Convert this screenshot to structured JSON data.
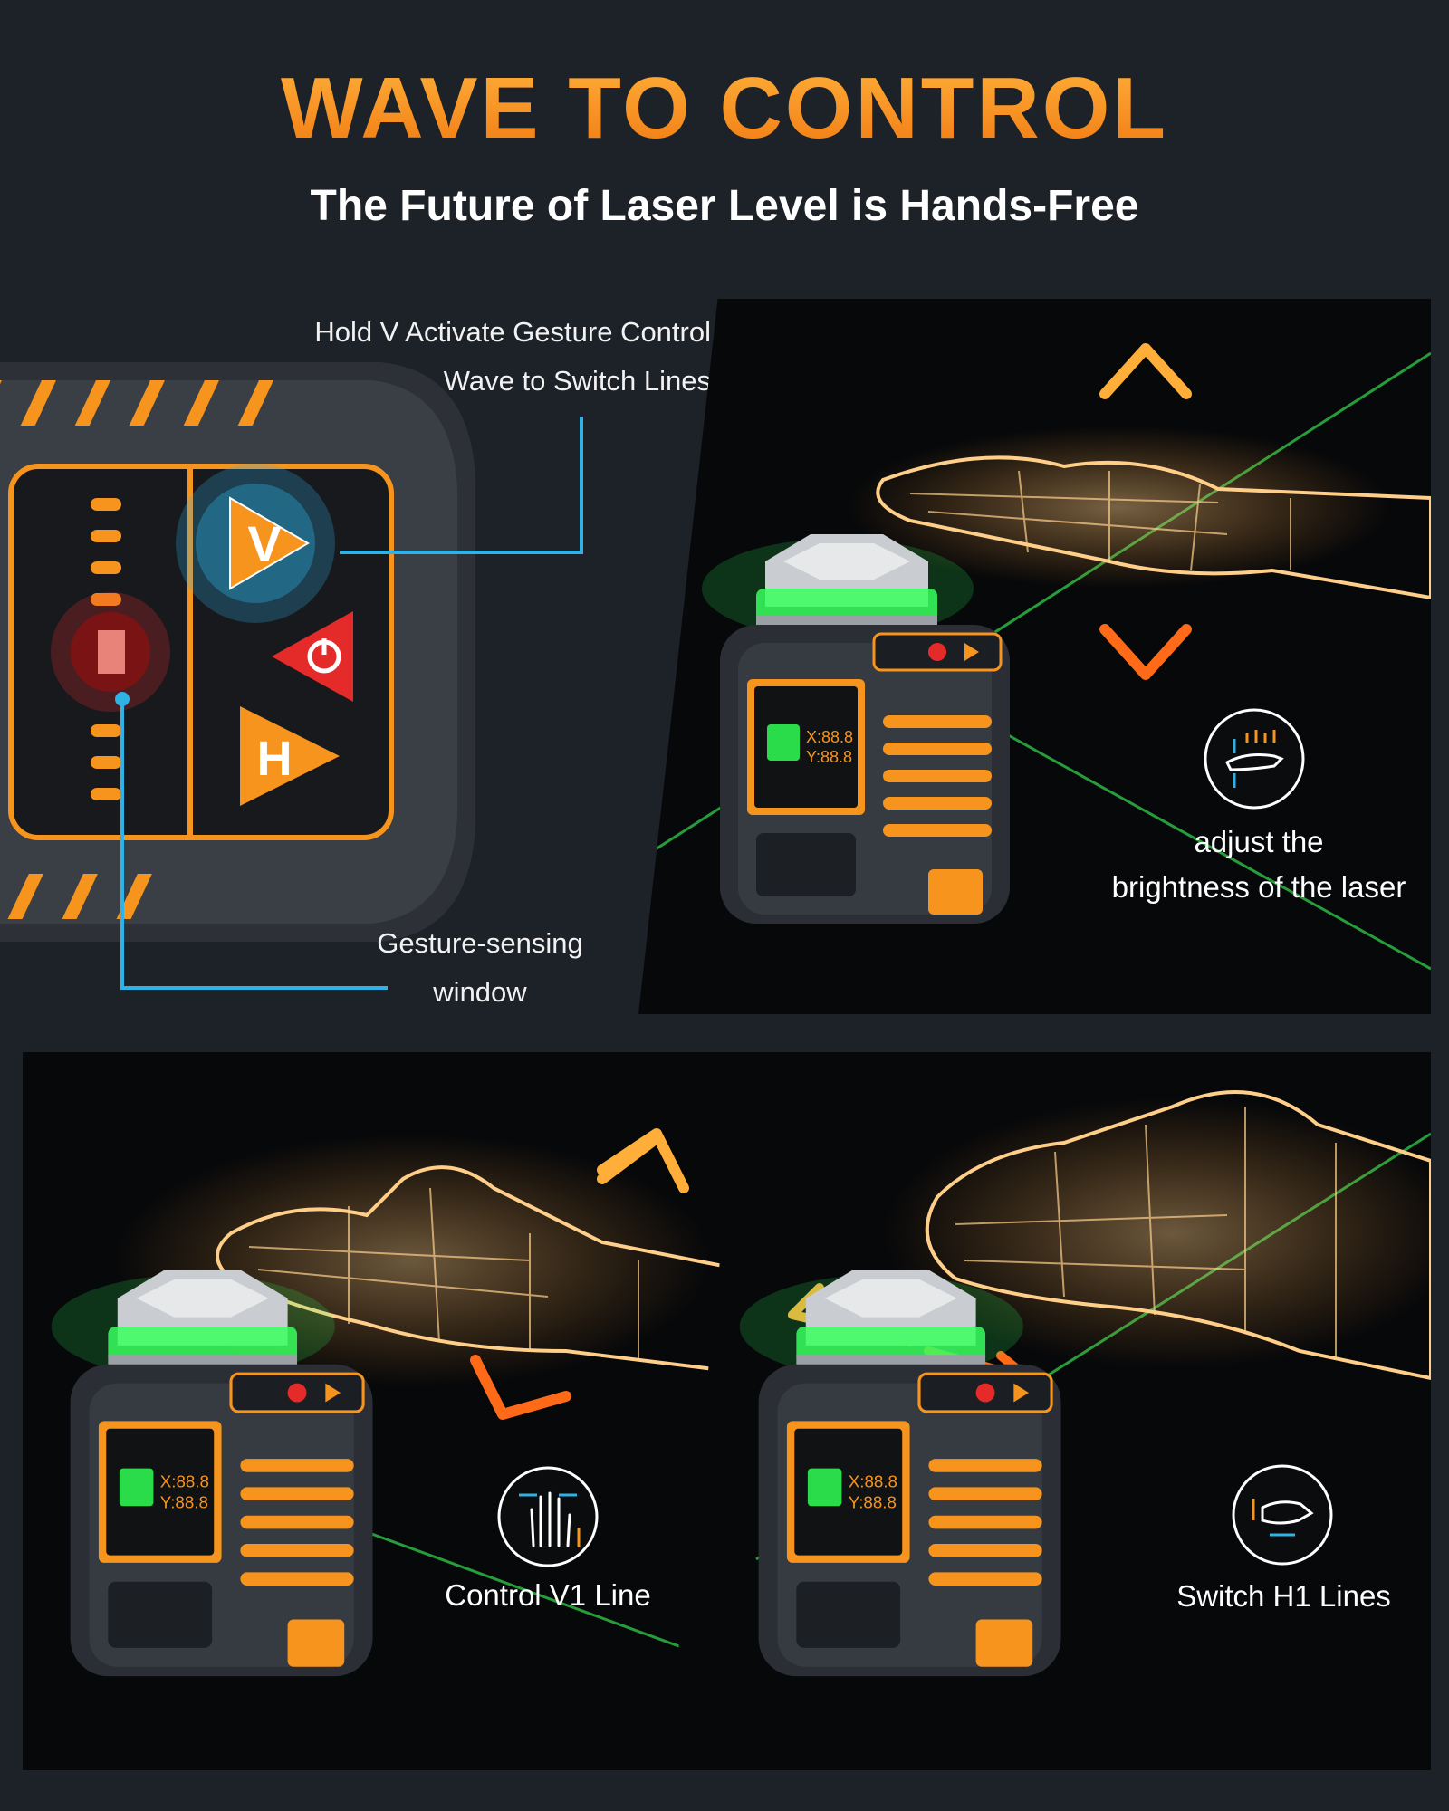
{
  "header": {
    "title": "WAVE TO CONTROL",
    "subtitle": "The Future of Laser Level is Hands-Free"
  },
  "callouts": {
    "gesture_line1": "Hold V Activate Gesture Control",
    "gesture_line2": "Wave to Switch Lines",
    "window_line1": "Gesture-sensing",
    "window_line2": "window"
  },
  "control_panel": {
    "v_key": "V",
    "h_key": "H"
  },
  "features": [
    {
      "icon": "hand-vertical-wave-icon",
      "line1": "adjust the",
      "line2": "brightness of the laser"
    },
    {
      "icon": "open-palm-swipe-icon",
      "label": "Control V1 Line"
    },
    {
      "icon": "sideways-hand-swipe-icon",
      "label": "Switch H1 Lines"
    }
  ],
  "colors": {
    "accent_orange": "#f7941d",
    "laser_green": "#3dff5a",
    "leader_blue": "#2fb2e6",
    "background": "#1d2128"
  }
}
